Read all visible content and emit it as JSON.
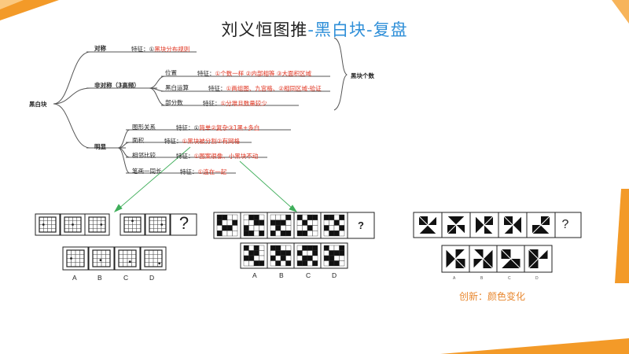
{
  "title": {
    "main": "刘义恒图推",
    "accent": "-黑白块-复盘"
  },
  "root": "黑白块",
  "branches": {
    "symmetric": {
      "label": "对称",
      "feature": "特征：①",
      "feature_hl": "黑块分布规则"
    },
    "asymmetric": {
      "label": "非对称（3高频）"
    },
    "position": {
      "label": "位置",
      "feature": "特征：",
      "f1": "①个数一样",
      "f2": "②内部相等",
      "f3": "③大面积区域"
    },
    "bw_op": {
      "label": "黑白运算",
      "feature": "特征：",
      "f1": "①两组图、九宫格、",
      "f2": "②相同区域-验证"
    },
    "part_count": {
      "label": "部分数",
      "feature": "特征：",
      "f1": "①分堆且数量较少"
    },
    "count_label": "黑块个数",
    "obvious": {
      "label": "明显"
    },
    "shape_rel": {
      "label": "图形关系",
      "feature": "特征：①",
      "f1": "简单",
      "f2": "②复杂",
      "f3": "③1黑+多白"
    },
    "area": {
      "label": "面积",
      "feature": "特征：",
      "f1": "①黑块被分割",
      "f2": "②有网格"
    },
    "adjacent": {
      "label": "相邻比较",
      "feature": "特征：",
      "f1": "①图案很像、小黑块不动"
    },
    "stroke": {
      "label": "笔画一同长",
      "feature": "特征：",
      "f1": "①连在一起"
    }
  },
  "puzzles": {
    "p1": {
      "question": "?",
      "options": [
        "A",
        "B",
        "C",
        "D"
      ]
    },
    "p2": {
      "question": "?",
      "options": [
        "A",
        "B",
        "C",
        "D"
      ]
    },
    "p3": {
      "question": "?",
      "options": [
        "A",
        "B",
        "C",
        "D"
      ]
    }
  },
  "note": "创新：颜色变化",
  "colors": {
    "orange": "#f39a28",
    "blue": "#2f8fd8",
    "red": "#e0321e",
    "arrow": "#3fae5a"
  }
}
